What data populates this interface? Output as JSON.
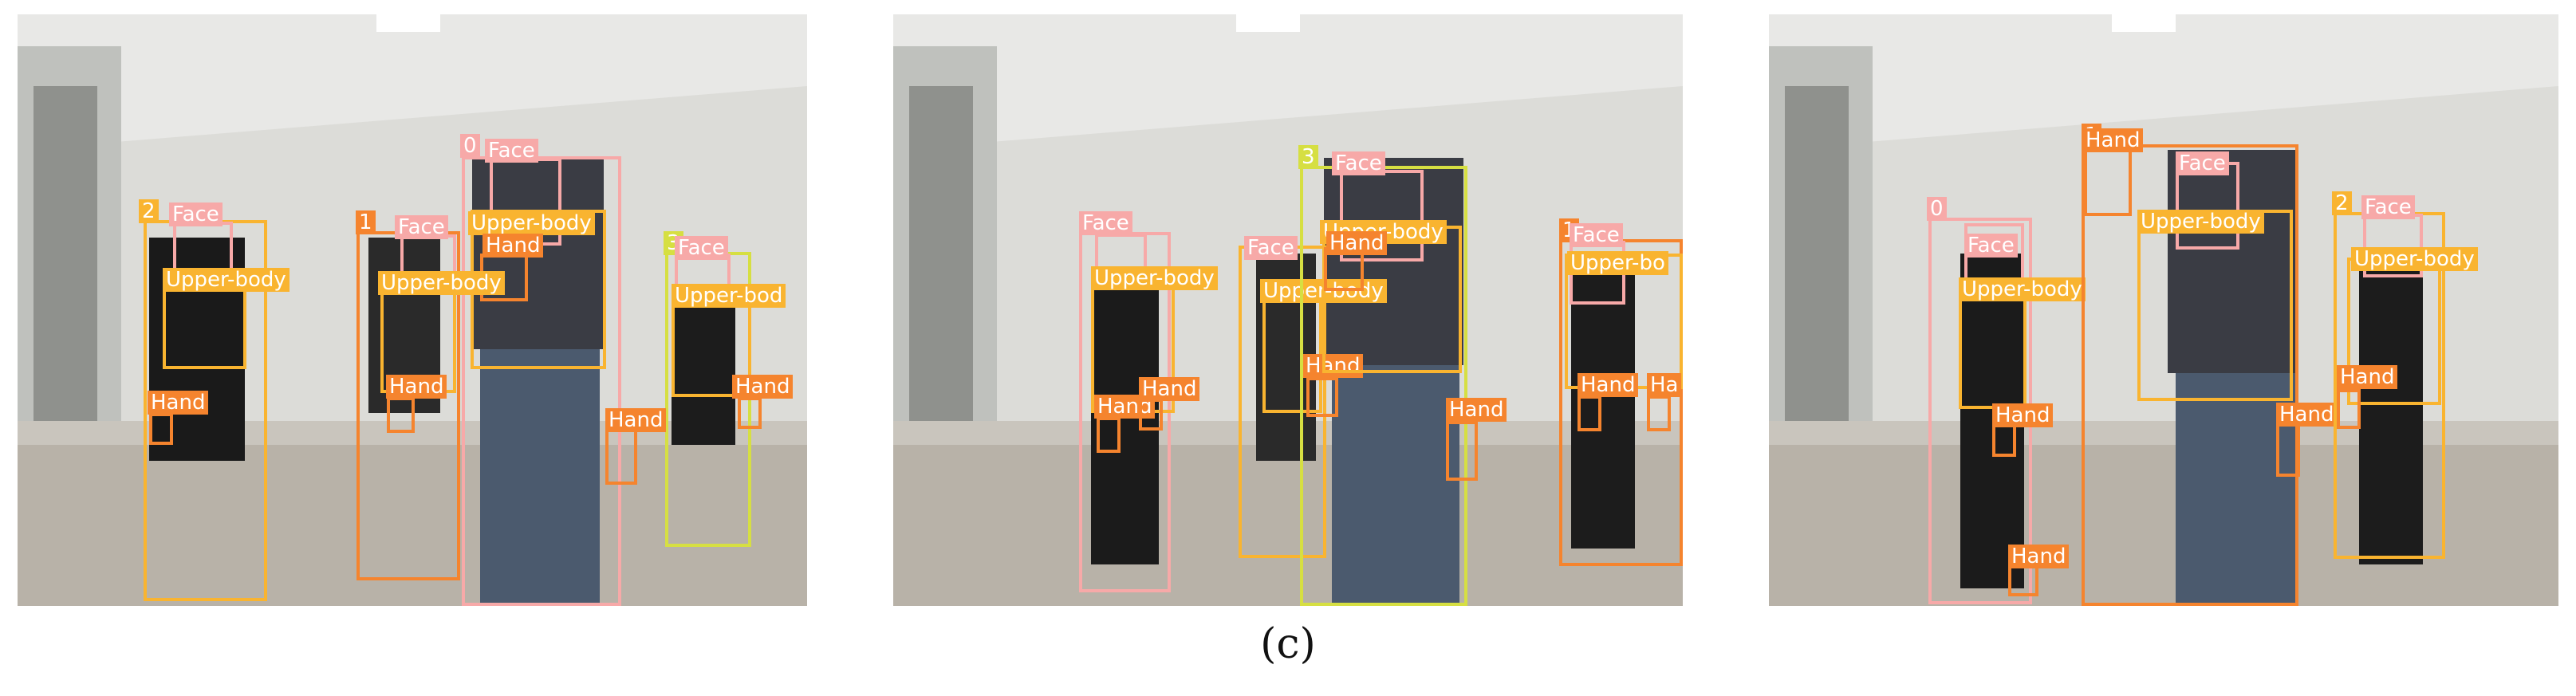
{
  "colors": {
    "track_0": "#f7a9a8",
    "track_1": "#f5842e",
    "track_2": "#f9b430",
    "track_3": "#d6df42",
    "face": "#f7a9a8",
    "hand": "#f5842e",
    "upper_body": "#f9b430"
  },
  "panels": [
    {
      "id": "frame-1",
      "tags": [
        "0",
        "Face",
        "Upper-body",
        "Hand",
        "2",
        "Face",
        "Upper-body",
        "Hand",
        "1",
        "Face",
        "Upper-body",
        "Hand",
        "3",
        "Face",
        "Upper-bod",
        "Hand",
        "Hand"
      ]
    },
    {
      "id": "frame-2",
      "tags": [
        "Face",
        "Upper-body",
        "Hand",
        "Hand",
        "Face",
        "Upper-body",
        "Hand",
        "3",
        "Face",
        "Upper-body",
        "Hand",
        "Hand",
        "1",
        "Face",
        "Upper-bo",
        "Hand",
        "Ha"
      ]
    },
    {
      "id": "frame-3",
      "tags": [
        "0",
        "Face",
        "Upper-body",
        "Hand",
        "Hand",
        "1",
        "Hand",
        "Face",
        "Upper-body",
        "Hand",
        "2",
        "Face",
        "Upper-body",
        "Hand"
      ]
    }
  ],
  "caption": "(c)"
}
